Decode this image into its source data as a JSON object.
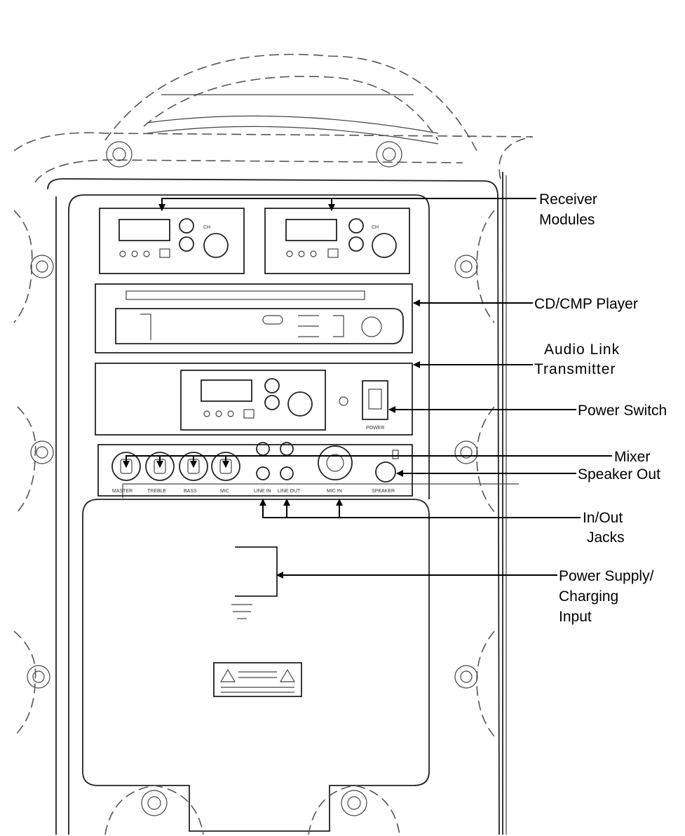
{
  "callouts": {
    "receiver_modules": [
      "Receiver",
      "Modules"
    ],
    "cd_player": [
      "CD/CMP Player"
    ],
    "audio_link": [
      "Audio Link",
      "Transmitter"
    ],
    "power_switch": [
      "Power Switch"
    ],
    "mixer": [
      "Mixer"
    ],
    "speaker_out": [
      "Speaker Out"
    ],
    "in_out_jacks": [
      "In/Out",
      "Jacks"
    ],
    "power_supply": [
      "Power Supply/",
      "Charging",
      "Input"
    ]
  },
  "panel_markings": {
    "receiver_channel": "CH",
    "knob_labels": [
      "MASTER",
      "TREBLE",
      "BASS",
      "MIC"
    ],
    "jack_labels": [
      "LINE IN",
      "LINE OUT"
    ],
    "mic_label": "MIC IN",
    "speaker_label": "SPEAKER",
    "power_label": "POWER"
  }
}
